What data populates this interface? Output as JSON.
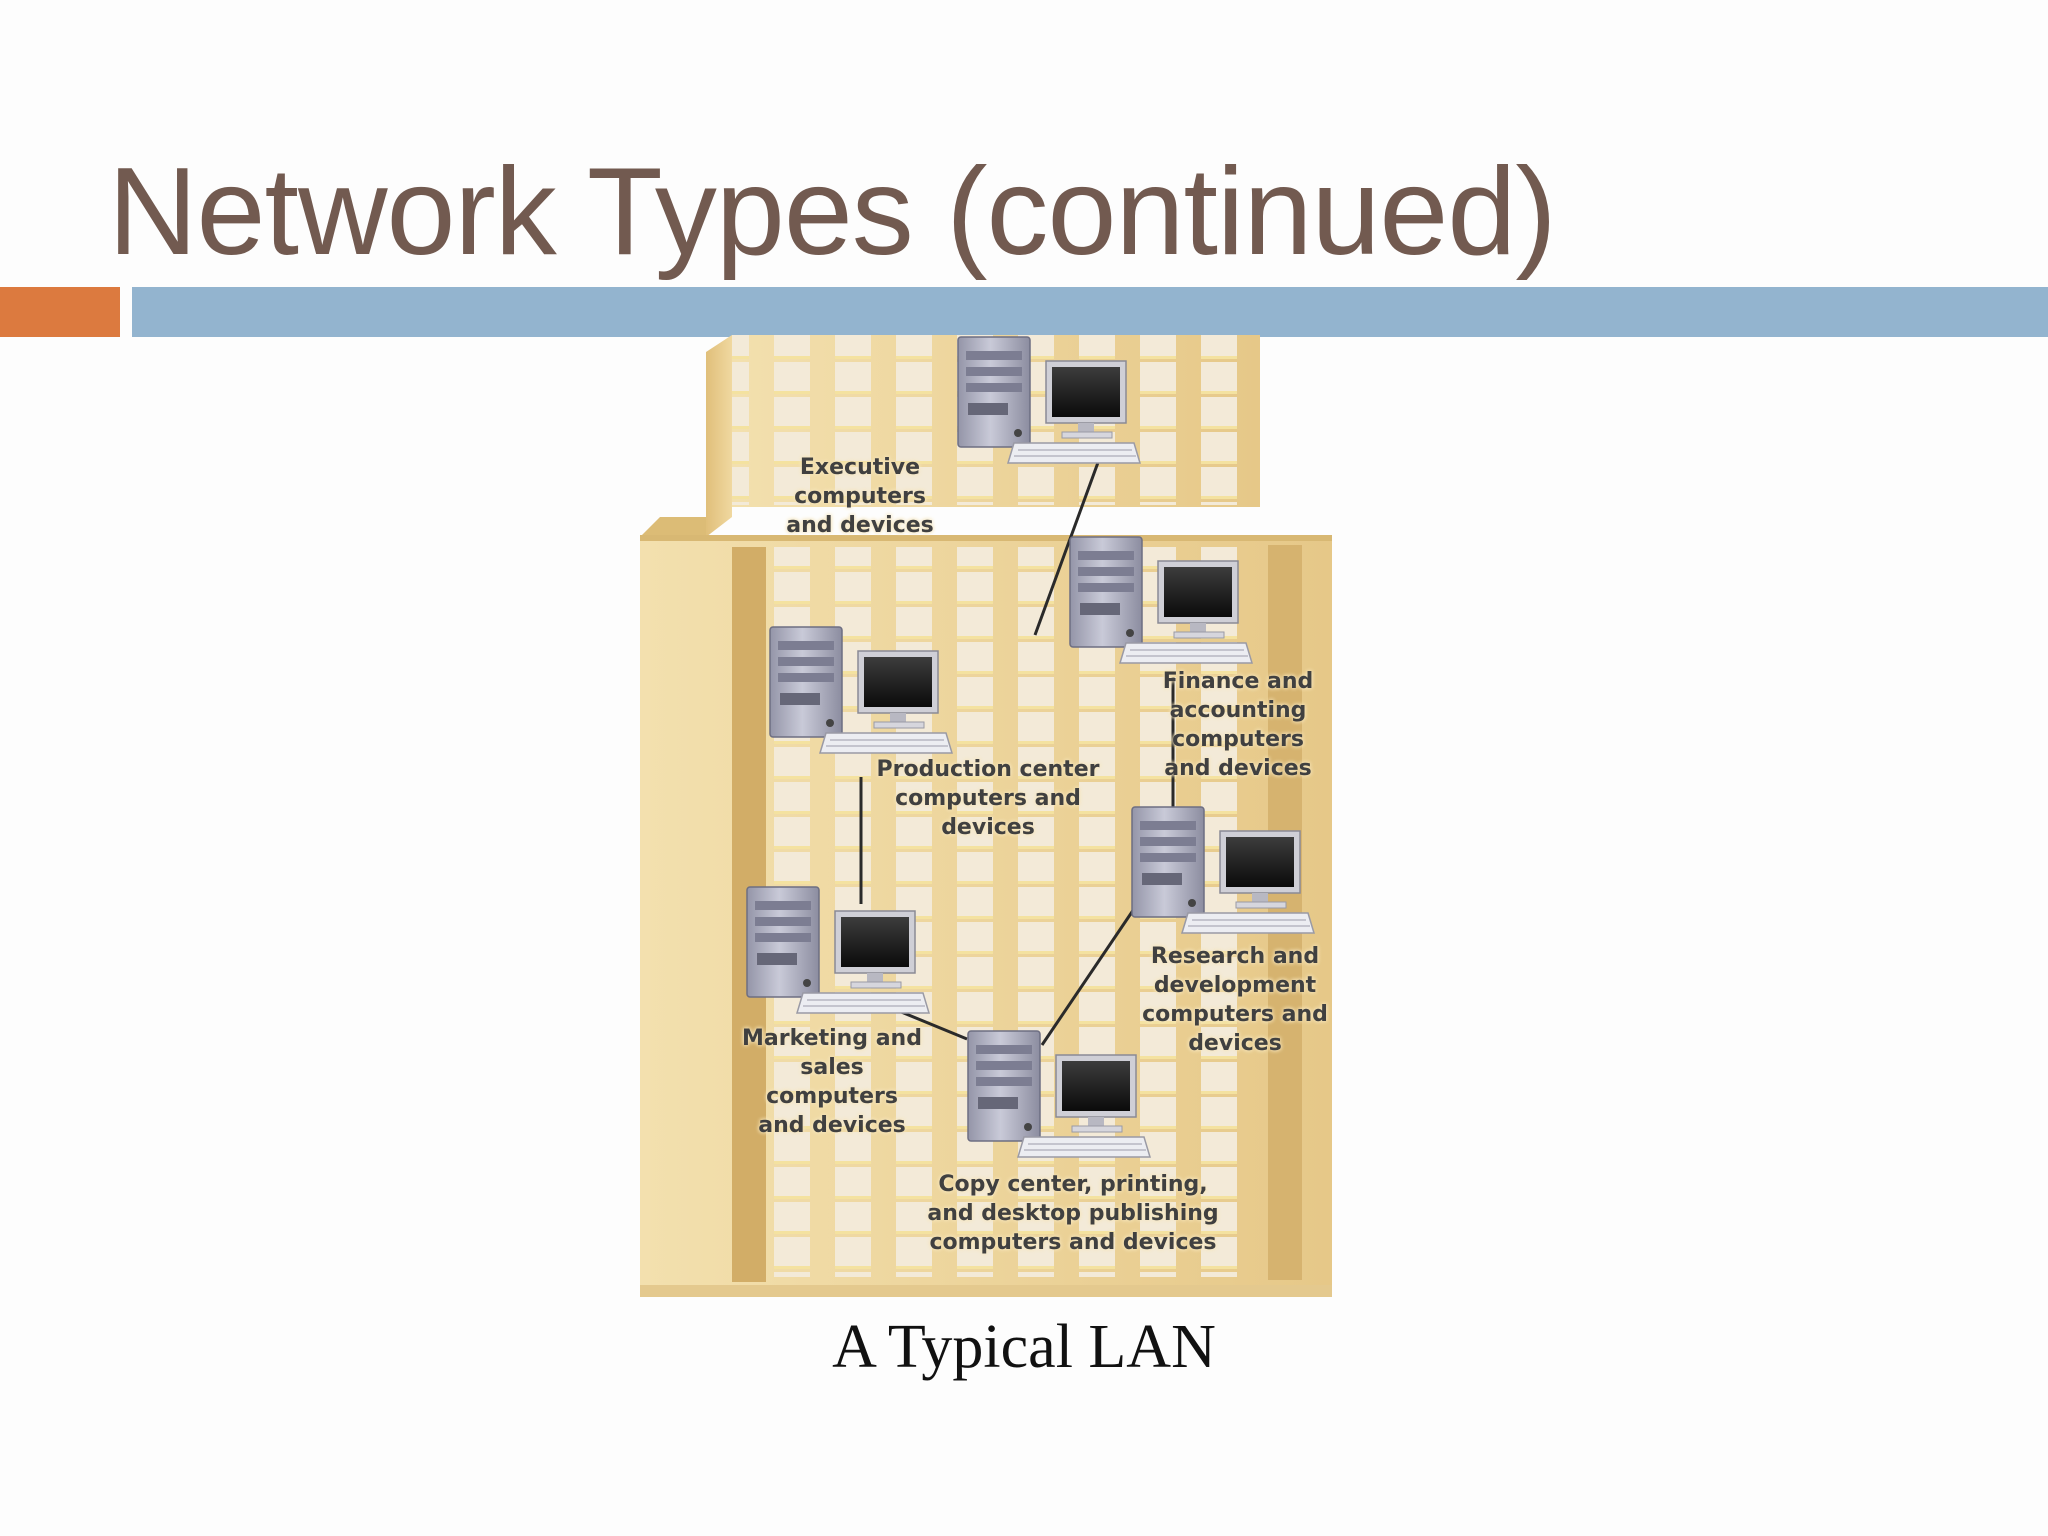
{
  "slide": {
    "title": "Network Types (continued)",
    "caption": "A Typical LAN"
  },
  "colors": {
    "title_text": "#725a50",
    "accent_orange": "#dc7a3f",
    "accent_blue": "#93b4cf",
    "building_tan": "#ecd39a",
    "connection_line": "#2a2a2a"
  },
  "diagram": {
    "topology": "ring",
    "nodes": [
      {
        "id": "executive",
        "label": "Executive computers\nand devices"
      },
      {
        "id": "finance",
        "label": "Finance and\naccounting\ncomputers\nand devices"
      },
      {
        "id": "research",
        "label": "Research and\ndevelopment\ncomputers and\ndevices"
      },
      {
        "id": "copy-center",
        "label": "Copy center, printing,\nand desktop publishing\ncomputers and devices"
      },
      {
        "id": "marketing",
        "label": "Marketing and\nsales computers\nand devices"
      },
      {
        "id": "production",
        "label": "Production center\ncomputers and devices"
      }
    ],
    "links": [
      [
        "executive",
        "production"
      ],
      [
        "production",
        "marketing"
      ],
      [
        "marketing",
        "copy-center"
      ],
      [
        "copy-center",
        "research"
      ],
      [
        "research",
        "finance"
      ]
    ]
  }
}
